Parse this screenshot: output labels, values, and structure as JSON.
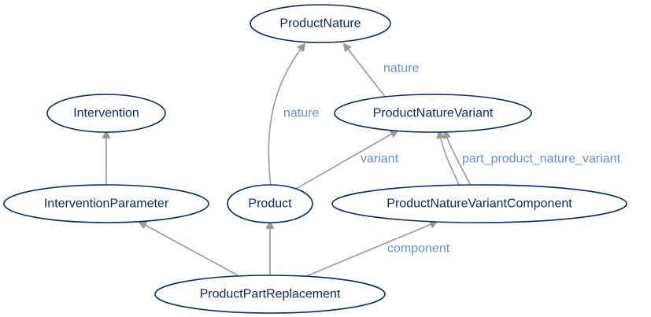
{
  "diagram": {
    "nodes": {
      "product_nature": "ProductNature",
      "intervention": "Intervention",
      "product_nature_variant": "ProductNatureVariant",
      "intervention_parameter": "InterventionParameter",
      "product": "Product",
      "product_nature_variant_component": "ProductNatureVariantComponent",
      "product_part_replacement": "ProductPartReplacement"
    },
    "edge_labels": {
      "nature_variant": "nature",
      "nature_product": "nature",
      "variant": "variant",
      "part_product_nature_variant": "part_product_nature_variant",
      "component": "component"
    },
    "colors": {
      "node_stroke": "#0b2a5c",
      "node_text": "#0b2a5c",
      "edge": "#999999",
      "edge_label": "#6a8fd0"
    }
  }
}
